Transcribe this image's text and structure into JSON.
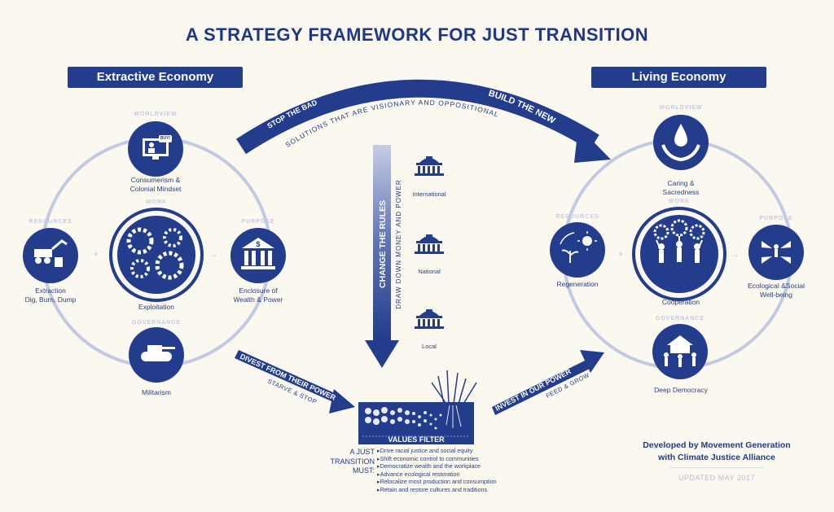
{
  "title": "A STRATEGY FRAMEWORK FOR JUST TRANSITION",
  "extractive": {
    "banner": "Extractive Economy",
    "worldview": {
      "tag": "WORLDVIEW",
      "label": "Consumerism &\nColonial Mindset",
      "icon": "tv-buy-icon",
      "badge": "BUY!"
    },
    "resources": {
      "tag": "RESOURCES",
      "label": "Extraction\nDig, Burn, Dump",
      "icon": "bulldozer-icon"
    },
    "work": {
      "tag": "WORK",
      "label": "Exploitation",
      "icon": "gears-workers-icon"
    },
    "purpose": {
      "tag": "PURPOSE",
      "label": "Enclosure of\nWealth & Power",
      "icon": "bank-dollar-icon"
    },
    "governance": {
      "tag": "GOVERNANCE",
      "label": "Militarism",
      "icon": "tank-icon"
    }
  },
  "living": {
    "banner": "Living Economy",
    "worldview": {
      "tag": "WORLDVIEW",
      "label": "Caring &\nSacredness",
      "icon": "hands-water-drop-icon"
    },
    "resources": {
      "tag": "RESOURCES",
      "label": "Regeneration",
      "icon": "sun-plant-cycle-icon"
    },
    "work": {
      "tag": "WORK",
      "label": "Cooperation",
      "icon": "people-gears-icon"
    },
    "purpose": {
      "tag": "PURPOSE",
      "label": "Ecological &Social\nWell-being",
      "icon": "birds-people-icon"
    },
    "governance": {
      "tag": "GOVERNANCE",
      "label": "Deep Democracy",
      "icon": "people-holding-house-icon"
    }
  },
  "top_arrow": {
    "stop": "STOP THE BAD",
    "build": "BUILD THE NEW",
    "sub": "SOLUTIONS THAT ARE VISIONARY AND OPPOSITIONAL"
  },
  "center_arrow": {
    "main": "CHANGE THE RULES",
    "sub": "DRAW DOWN MONEY AND POWER"
  },
  "levels": [
    {
      "label": "International",
      "icon": "capitol-building-icon"
    },
    {
      "label": "National",
      "icon": "capitol-building-icon"
    },
    {
      "label": "Local",
      "icon": "capitol-building-icon"
    }
  ],
  "divest": {
    "main": "DIVEST FROM THEIR POWER",
    "sub": "STARVE & STOP"
  },
  "invest": {
    "main": "INVEST IN OUR POWER",
    "sub": "FEED & GROW"
  },
  "filter": {
    "label": "VALUES FILTER"
  },
  "must": {
    "heading": "A JUST\nTRANSITION\nMUST:",
    "items": [
      "Drive racial justice and social equity",
      "Shift economic control to communities",
      "Democratize wealth and the workplace",
      "Advance ecological restoration",
      "Relocalize most production and consumption",
      "Retain and restore cultures and traditions"
    ]
  },
  "credit": {
    "line": "Developed by Movement Generation\nwith Climate Justice Alliance",
    "updated": "UPDATED MAY 2017"
  },
  "colors": {
    "navy": "#233c8c",
    "ring": "#c3c9e2",
    "bg": "#fbf8ef"
  }
}
